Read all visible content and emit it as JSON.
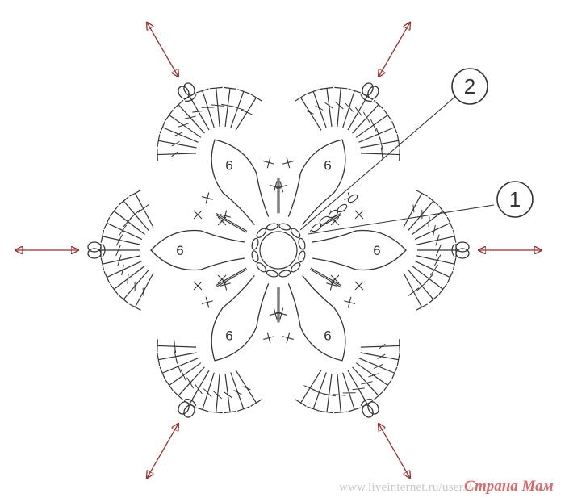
{
  "diagram": {
    "center_ring": {
      "chain_loops": 12
    },
    "petal_count": 6,
    "petal_label": "6",
    "callouts": [
      {
        "label": "1"
      },
      {
        "label": "2"
      }
    ],
    "colors": {
      "ink": "#333333",
      "arrow": "#9a2e2e",
      "watermark_url": "#c8c8c8",
      "watermark_brand": "#d86a6a"
    }
  },
  "watermark": {
    "url": "www.liveinternet.ru/users/",
    "brand": "Страна Мам"
  }
}
